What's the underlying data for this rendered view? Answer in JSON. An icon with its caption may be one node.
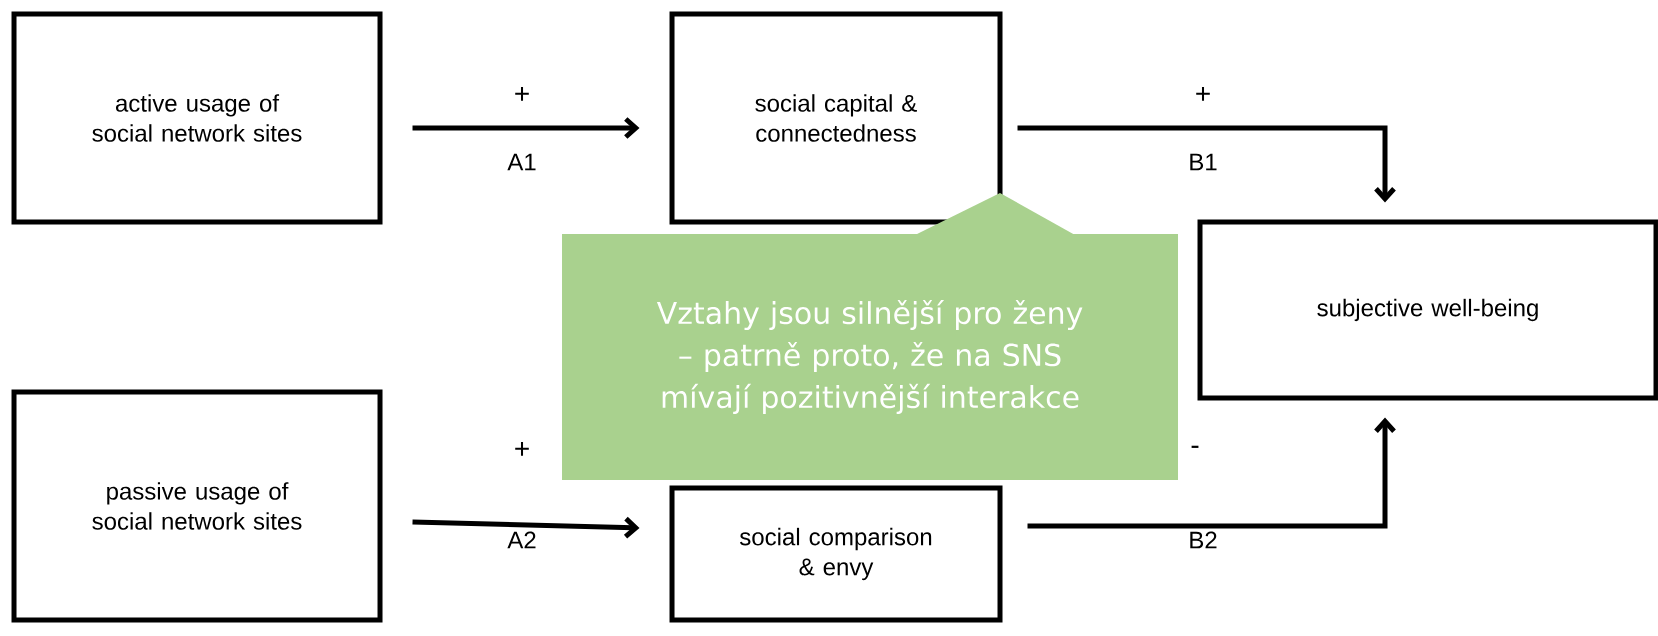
{
  "diagram": {
    "nodes": [
      {
        "text": [
          "active usage of social network sites"
        ]
      },
      {
        "text": [
          "social capital & connectedness"
        ]
      },
      {
        "text": [
          "subjective well-being"
        ]
      },
      {
        "text": [
          "passive usage of social network sites"
        ]
      },
      {
        "text": [
          "social comparison & envy"
        ]
      },
      {
        "text": [
          "Vztahy jsou silnější pro ženy – patrně proto, že na SNS mívají pozitivnější interakce"
        ]
      }
    ],
    "edges": [
      {
        "from": 0,
        "to": 1,
        "arrow": "to",
        "label": "+"
      },
      {
        "from": 1,
        "to": 2,
        "arrow": "to",
        "label": "+"
      },
      {
        "from": 3,
        "to": 4,
        "arrow": "to",
        "label": "+"
      },
      {
        "from": 4,
        "to": 2,
        "arrow": "to",
        "label": "-"
      }
    ],
    "labels": [
      "A1",
      "B1",
      "A2",
      "B2"
    ]
  }
}
